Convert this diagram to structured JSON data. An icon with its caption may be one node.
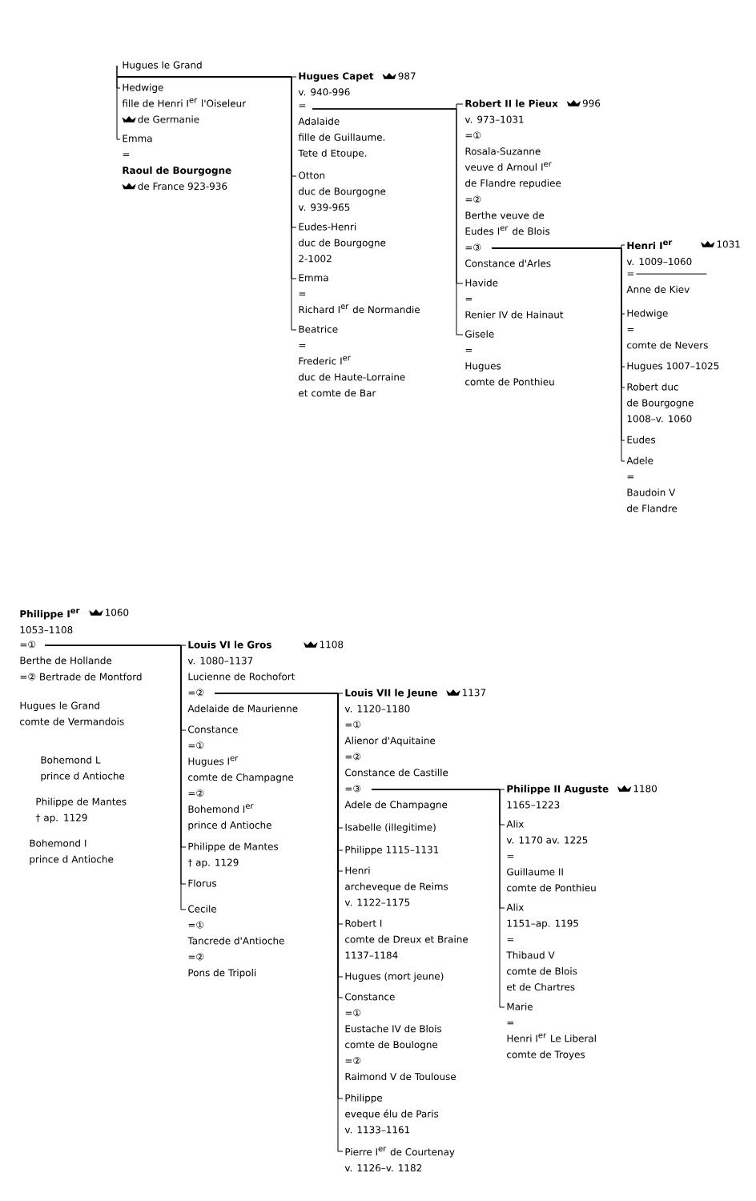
{
  "diagram": {
    "nodes": [
      {
        "text": [
          "Hugues le Grand"
        ]
      },
      {
        "text": [
          "Hedwige",
          "fille de Henri I$^{er}$ l'Oiseleur",
          "de Germanie"
        ]
      },
      {
        "text": [
          "Emma",
          "=",
          "Raoul de Bourgogne",
          "de France 923-936"
        ]
      },
      {
        "text": [
          "Hugues Capet",
          "v. 940-996"
        ],
        "beside": [
          "987"
        ]
      },
      {
        "text": [
          "=",
          "Adalaide",
          "fille de Guillaume. Tete d Etoupe."
        ]
      },
      {
        "text": [
          "Otton",
          "duc de Bourgogne",
          "v. 939-965"
        ]
      },
      {
        "text": [
          "Eudes-Henri",
          "duc de Bourgogne",
          "2-1002"
        ]
      },
      {
        "text": [
          "Emma",
          "=",
          "Richard I$^{er}$ de Normandie"
        ]
      },
      {
        "text": [
          "Beatrice",
          "=",
          "Frederic I$^{er}$",
          "duc de Haute-Lorraine et comte de Bar"
        ]
      },
      {
        "text": [
          "Robert II le Pieux",
          "v. 973–1031"
        ],
        "beside": [
          "996"
        ]
      },
      {
        "text": [
          "=①",
          "Rosala-Suzanne",
          "veuve d Arnoul I$^{er}$ de Flandre repudiee"
        ]
      },
      {
        "text": [
          "=②",
          "Berthe veuve de Eudes I$^{er}$ de Blois"
        ]
      },
      {
        "text": [
          "=③",
          "Constance d'Arles"
        ]
      },
      {
        "text": [
          "Havide",
          "=",
          "Renier IV de Hainaut"
        ]
      },
      {
        "text": [
          "Gisele",
          "=",
          "Hugues",
          "comte de Ponthieu"
        ]
      },
      {
        "text": [
          "Henri I$^{er}$",
          "v. 1009–1060"
        ],
        "beside": [
          "1031"
        ]
      },
      {
        "text": [
          "=",
          "Anne de Kiev"
        ]
      },
      {
        "text": [
          "Hedwige",
          "=",
          "comte de Nevers"
        ]
      },
      {
        "text": [
          "Hugues 1007–1025"
        ]
      },
      {
        "text": [
          "Robert duc",
          "de Bourgogne",
          "1008–v. 1060"
        ]
      },
      {
        "text": [
          "Eudes"
        ]
      },
      {
        "text": [
          "Adele",
          "=",
          "Baudoin V",
          "de Flandre"
        ]
      },
      {
        "text": [
          "Philippe I$^{er}$",
          "1053–1108"
        ],
        "beside": [
          "1060"
        ]
      },
      {
        "text": [
          "=①",
          "Berthe de Hollande"
        ]
      },
      {
        "text": [
          "=② Bertrade de Montford"
        ]
      },
      {
        "text": [
          "Louis VI le Gros",
          "v. 1080–1137",
          "Lucienne de Rochofort"
        ],
        "beside": [
          "1108"
        ]
      },
      {
        "text": [
          "=②",
          "Adelaide de Maurienne"
        ]
      },
      {
        "text": [
          "Constance",
          "=①",
          "Hugues I$^{er}$",
          "comte de Champagne",
          "=②",
          "Bohemond I$^{er}$",
          "prince d Antioche"
        ]
      },
      {
        "text": [
          "Philippe de Mantes",
          "† ap. 1129"
        ]
      },
      {
        "text": [
          "Florus"
        ]
      },
      {
        "text": [
          "Cecile",
          "=①",
          "Tancrede d'Antioche",
          "=②",
          "Pons de Tripoli"
        ]
      },
      {
        "text": [
          "Louis VII le Jeune",
          "v. 1120–1180"
        ],
        "beside": [
          "1137"
        ]
      },
      {
        "text": [
          "=①",
          "Alienor d'Aquitaine"
        ]
      },
      {
        "text": [
          "=②",
          "Constance de Castille"
        ]
      },
      {
        "text": [
          "=③",
          "Adele de Champagne"
        ]
      },
      {
        "text": [
          "Isabelle (illegitime)"
        ]
      },
      {
        "text": [
          "Philippe 1115–1131"
        ]
      },
      {
        "text": [
          "Henri",
          "archeveque de Reims",
          "v. 1122–1175"
        ]
      },
      {
        "text": [
          "Robert I",
          "comte de Dreux et Braine",
          "1137–1184"
        ]
      },
      {
        "text": [
          "Hugues (mort jeune)"
        ]
      },
      {
        "text": [
          "Constance",
          "=①",
          "Eustache IV de Blois",
          "comte de Boulogne",
          "=②",
          "Raimond V de Toulouse"
        ]
      },
      {
        "text": [
          "Philippe",
          "eveque élu de Paris",
          "v. 1133–1161"
        ]
      },
      {
        "text": [
          "Pierre I$^{er}$ de Courtenay",
          "v. 1126–v. 1182"
        ]
      },
      {
        "text": [
          "Philippe II Auguste",
          "1165–1223"
        ],
        "beside": [
          "1180"
        ]
      },
      {
        "text": [
          "Alix",
          "v. 1170 av. 1225",
          "=",
          "Guillaume II",
          "comte de Ponthieu"
        ]
      },
      {
        "text": [
          "Alix",
          "1151–ap. 1195",
          "=",
          "Thibaud V",
          "comte de Blois",
          "et de Chartres"
        ]
      },
      {
        "text": [
          "Marie",
          "=",
          "Henri I$^{er}$ Le Liberal",
          "comte de Troyes"
        ]
      }
    ],
    "edges": [
      {
        "from": 0,
        "to": 1,
        "arrow": "none"
      },
      {
        "from": 0,
        "to": 2,
        "arrow": "none"
      },
      {
        "from": 0,
        "to": 3,
        "arrow": "none"
      },
      {
        "from": 0,
        "to": 5,
        "arrow": "none"
      },
      {
        "from": 0,
        "to": 6,
        "arrow": "none"
      },
      {
        "from": 0,
        "to": 7,
        "arrow": "none"
      },
      {
        "from": 0,
        "to": 8,
        "arrow": "none"
      },
      {
        "from": 4,
        "to": 9,
        "arrow": "none"
      },
      {
        "from": 4,
        "to": 13,
        "arrow": "none"
      },
      {
        "from": 4,
        "to": 14,
        "arrow": "none"
      },
      {
        "from": 12,
        "to": 15,
        "arrow": "none"
      },
      {
        "from": 12,
        "to": 17,
        "arrow": "none"
      },
      {
        "from": 12,
        "to": 18,
        "arrow": "none"
      },
      {
        "from": 12,
        "to": 19,
        "arrow": "none"
      },
      {
        "from": 12,
        "to": 20,
        "arrow": "none"
      },
      {
        "from": 12,
        "to": 21,
        "arrow": "none"
      },
      {
        "from": 23,
        "to": 25,
        "arrow": "none"
      },
      {
        "from": 23,
        "to": 27,
        "arrow": "none"
      },
      {
        "from": 23,
        "to": 28,
        "arrow": "none"
      },
      {
        "from": 23,
        "to": 29,
        "arrow": "none"
      },
      {
        "from": 23,
        "to": 30,
        "arrow": "none"
      },
      {
        "from": 26,
        "to": 31,
        "arrow": "none"
      },
      {
        "from": 26,
        "to": 35,
        "arrow": "none"
      },
      {
        "from": 26,
        "to": 36,
        "arrow": "none"
      },
      {
        "from": 26,
        "to": 37,
        "arrow": "none"
      },
      {
        "from": 26,
        "to": 38,
        "arrow": "none"
      },
      {
        "from": 26,
        "to": 39,
        "arrow": "none"
      },
      {
        "from": 26,
        "to": 40,
        "arrow": "none"
      },
      {
        "from": 26,
        "to": 41,
        "arrow": "none"
      },
      {
        "from": 26,
        "to": 42,
        "arrow": "none"
      },
      {
        "from": 34,
        "to": 43,
        "arrow": "none"
      },
      {
        "from": 34,
        "to": 44,
        "arrow": "none"
      },
      {
        "from": 34,
        "to": 45,
        "arrow": "none"
      },
      {
        "from": 34,
        "to": 46,
        "arrow": "none"
      }
    ],
    "labels": [
      "Hugues le Grand comte de Vermandois",
      "Bohemond L prince d Antioche",
      "Philippe de Mantes † ap. 1129",
      "Bohemond I prince d Antioche"
    ]
  }
}
